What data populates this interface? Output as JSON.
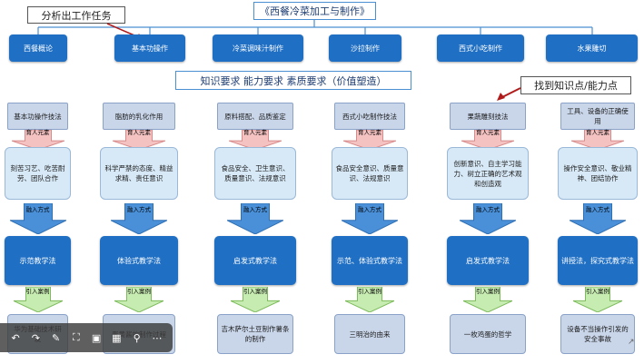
{
  "title": "《西餐冷菜加工与制作》",
  "callout_left": "分析出工作任务",
  "callout_right": "找到知识点/能力点",
  "modules": [
    "西餐概论",
    "基本功操作",
    "冷菜调味汁制作",
    "沙拉制作",
    "西式小吃制作",
    "水果雕切"
  ],
  "requirements": "知识要求  能力要求  素质要求（价值塑造）",
  "columns": [
    {
      "task": "基本功操作技法",
      "value": "刻苦习艺、吃苦耐劳、团队合作",
      "method": "示范教学法",
      "case": "华为基础技术研发"
    },
    {
      "task": "脂肪的乳化作用",
      "value": "科学严禁的态度、精益求精、责任意识",
      "method": "体验式教学法",
      "case": "蛋黄酱的制作过程"
    },
    {
      "task": "原料搭配、品质鉴定",
      "value": "食品安全、卫生意识、质量意识、法规意识",
      "method": "启发式教学法",
      "case": "吉木萨尔土豆制作薯条的制作"
    },
    {
      "task": "西式小吃制作技法",
      "value": "食品安全意识、质量意识、法规意识",
      "method": "示范、体验式教学法",
      "case": "三明治的由来"
    },
    {
      "task": "果蔬雕刻技法",
      "value": "创新意识、自主学习能力、树立正确的艺术观和创造观",
      "method": "启发式教学法",
      "case": "一枚鸡蛋的哲学"
    },
    {
      "task": "工具、设备的正确使用",
      "value": "操作安全意识、敬业精神、团结协作",
      "method": "讲授法，探究式教学法",
      "case": "设备不当操作引发的安全事故"
    }
  ],
  "arrow_labels": {
    "edu": "育人元素",
    "integrate": "融入方式",
    "case": "引入案例"
  },
  "colors": {
    "module_blue": "#1f6fc4",
    "frame_blue": "#4a8fd1",
    "arrow_blue": "#4a90d9",
    "arrow_pink": "#f5c2c2",
    "arrow_green": "#c7ecb2",
    "callout_arrow": "#b11a1a"
  },
  "toolbar_icons": [
    "undo-icon",
    "redo-icon",
    "pen-icon",
    "fullscreen-icon",
    "video-icon",
    "grid-icon",
    "search-icon",
    "more-icon"
  ]
}
